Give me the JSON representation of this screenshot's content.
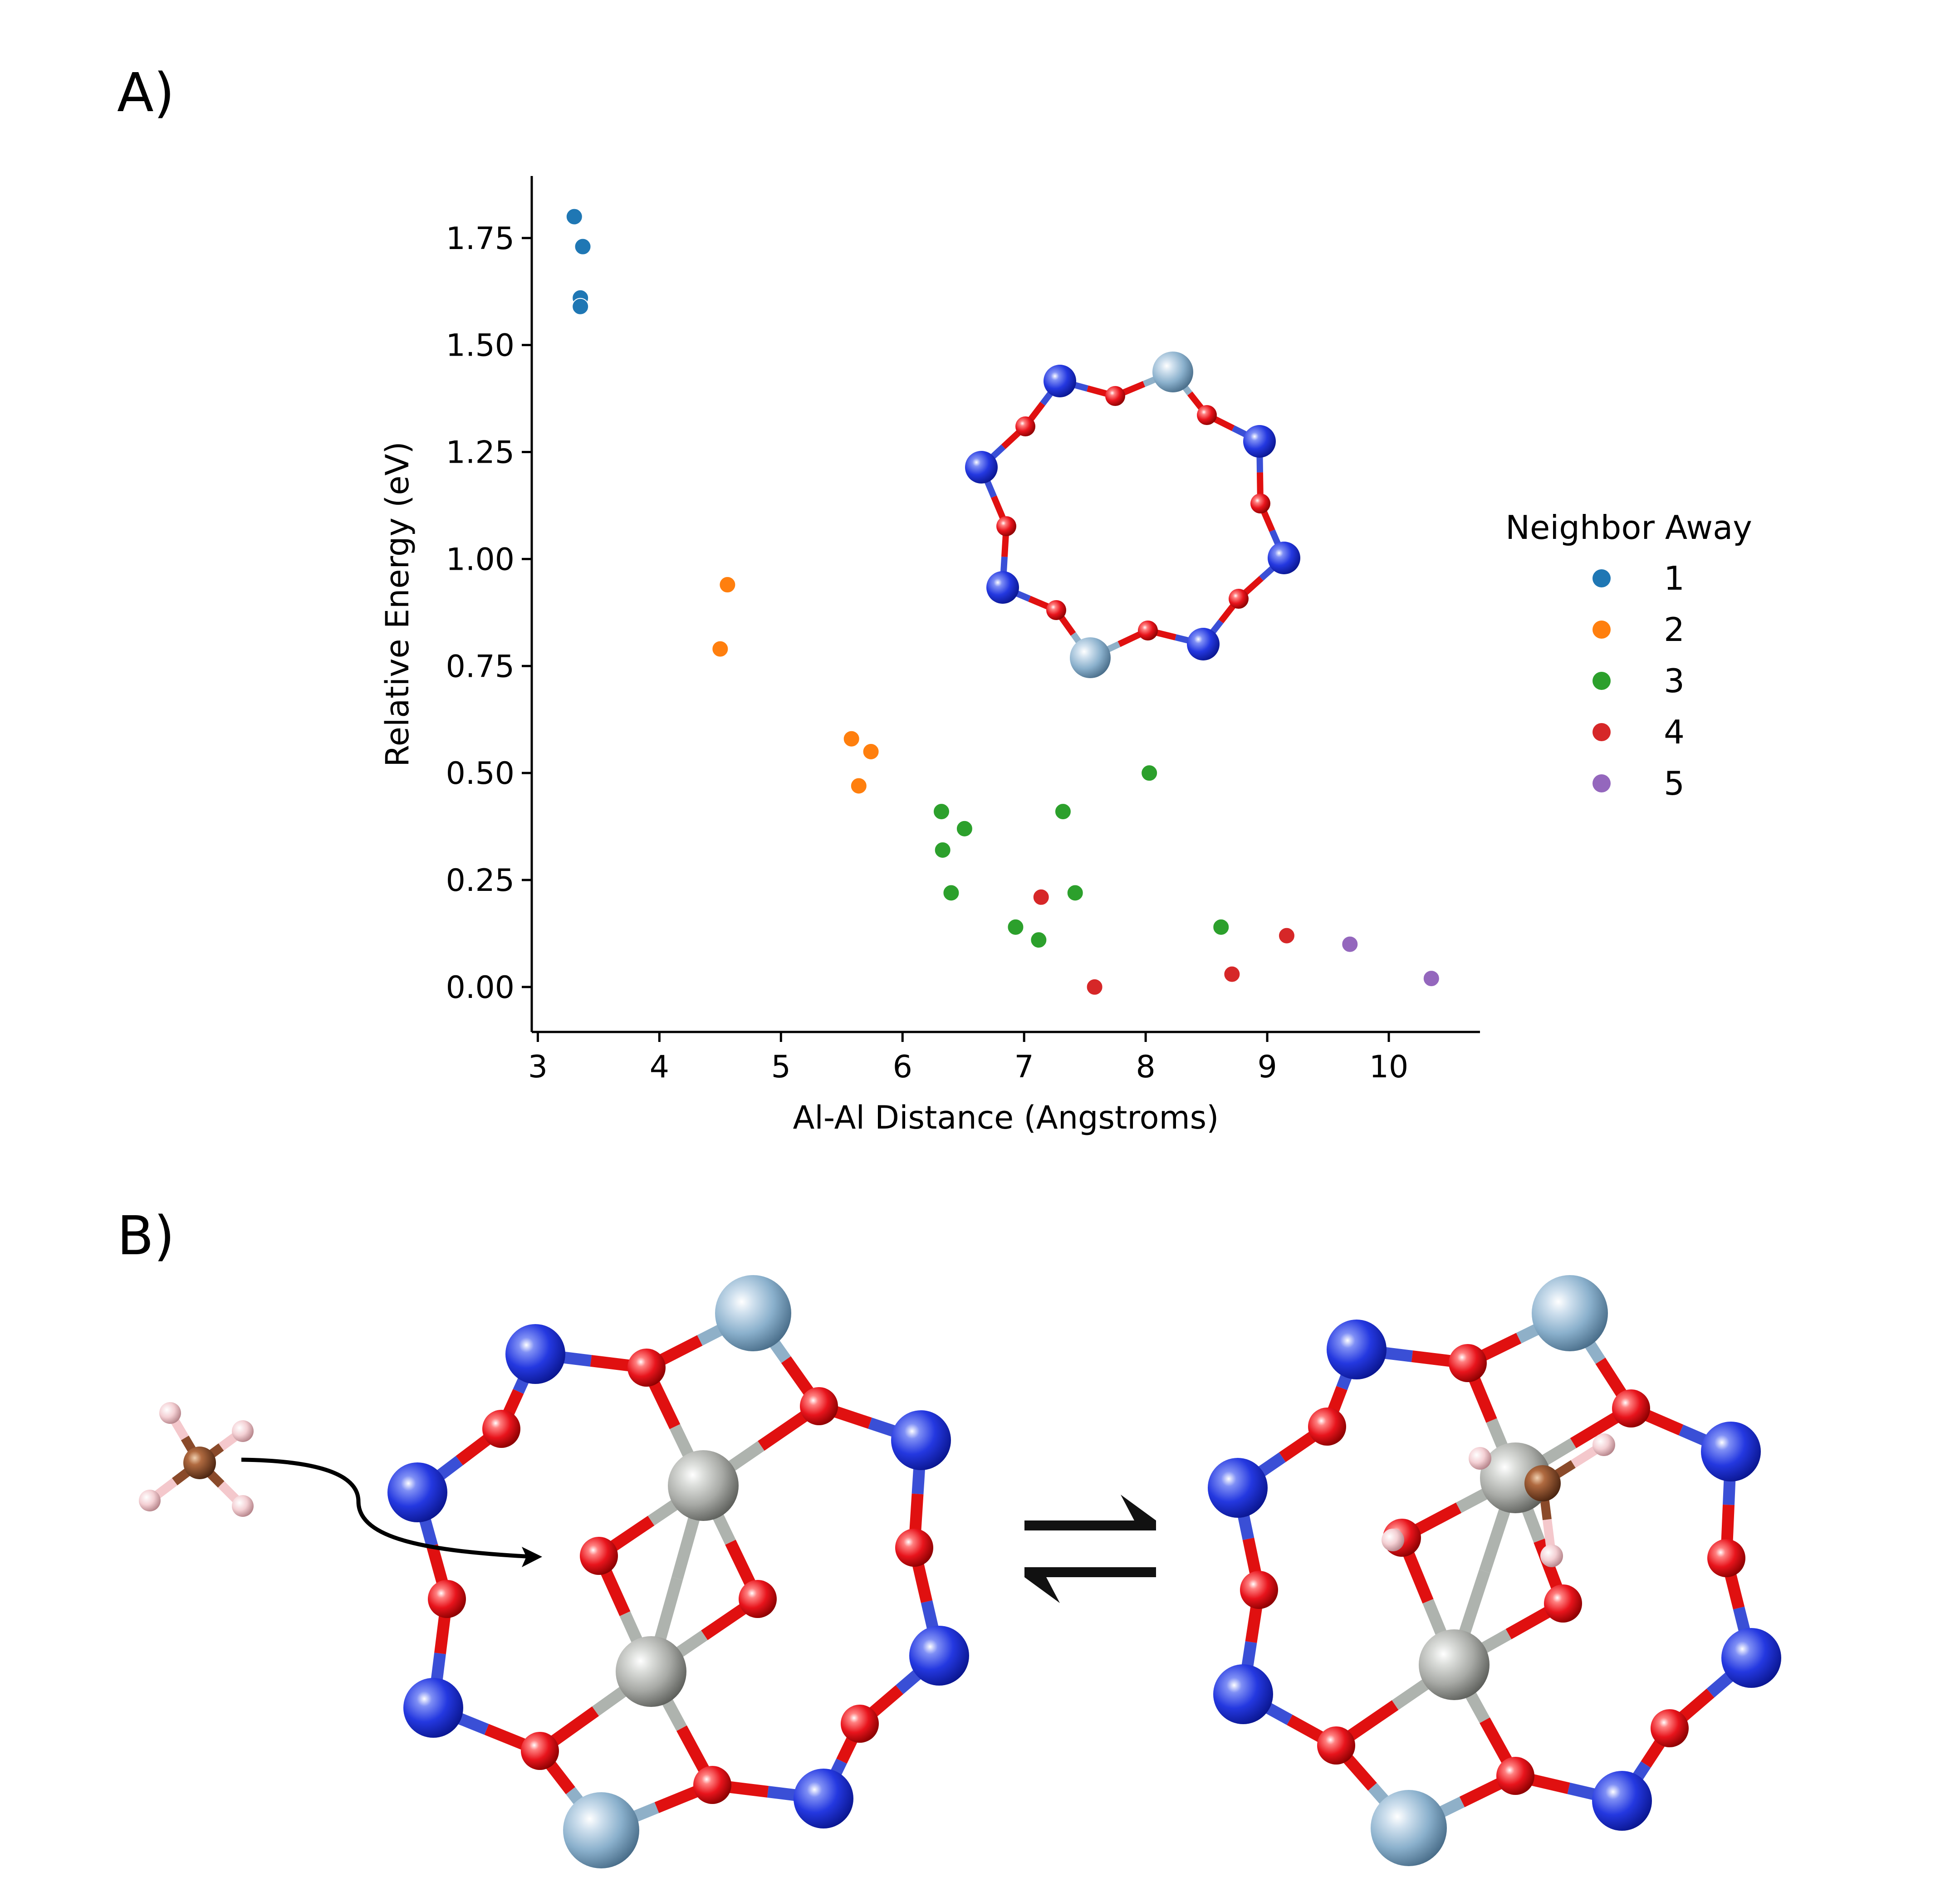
{
  "panels": {
    "a_label": "A)",
    "b_label": "B)"
  },
  "colors": {
    "bond_blue": "#3a4fd6",
    "bond_red": "#e01010",
    "bond_gray": "#aeb3ae",
    "bond_lightblue": "#8fb0c8",
    "atom_si": "#2438e0",
    "atom_o": "#e8141c",
    "atom_al": "#8ab0cc",
    "atom_cu": "#a8aaa6",
    "atom_c": "#8a4a2a",
    "atom_h": "#f4c8cc"
  },
  "chart_data": {
    "type": "scatter",
    "xlabel": "Al-Al Distance (Angstroms)",
    "ylabel": "Relative Energy (eV)",
    "xlim": [
      2.95,
      10.75
    ],
    "ylim": [
      -0.105,
      1.895
    ],
    "xticks": [
      3,
      4,
      5,
      6,
      7,
      8,
      9,
      10
    ],
    "yticks": [
      0.0,
      0.25,
      0.5,
      0.75,
      1.0,
      1.25,
      1.5,
      1.75
    ],
    "ytick_labels": [
      "0.00",
      "0.25",
      "0.50",
      "0.75",
      "1.00",
      "1.25",
      "1.50",
      "1.75"
    ],
    "grid": false,
    "legend": {
      "title": "Neighbor Away",
      "placement": "right"
    },
    "series": [
      {
        "name": "1",
        "color": "#1f77b4",
        "points": [
          [
            3.3,
            1.8
          ],
          [
            3.37,
            1.73
          ],
          [
            3.35,
            1.61
          ],
          [
            3.35,
            1.59
          ]
        ]
      },
      {
        "name": "2",
        "color": "#ff7f0e",
        "points": [
          [
            4.56,
            0.94
          ],
          [
            4.5,
            0.79
          ],
          [
            5.58,
            0.58
          ],
          [
            5.74,
            0.55
          ],
          [
            5.64,
            0.47
          ]
        ]
      },
      {
        "name": "3",
        "color": "#2ca02c",
        "points": [
          [
            8.03,
            0.5
          ],
          [
            6.32,
            0.41
          ],
          [
            7.32,
            0.41
          ],
          [
            6.51,
            0.37
          ],
          [
            6.33,
            0.32
          ],
          [
            6.4,
            0.22
          ],
          [
            7.42,
            0.22
          ],
          [
            6.93,
            0.14
          ],
          [
            7.12,
            0.11
          ],
          [
            8.62,
            0.14
          ]
        ]
      },
      {
        "name": "4",
        "color": "#d62728",
        "points": [
          [
            7.14,
            0.21
          ],
          [
            9.16,
            0.12
          ],
          [
            8.71,
            0.03
          ],
          [
            7.58,
            0.0
          ]
        ]
      },
      {
        "name": "5",
        "color": "#9467bd",
        "points": [
          [
            9.68,
            0.1
          ],
          [
            10.35,
            0.02
          ]
        ]
      }
    ]
  }
}
